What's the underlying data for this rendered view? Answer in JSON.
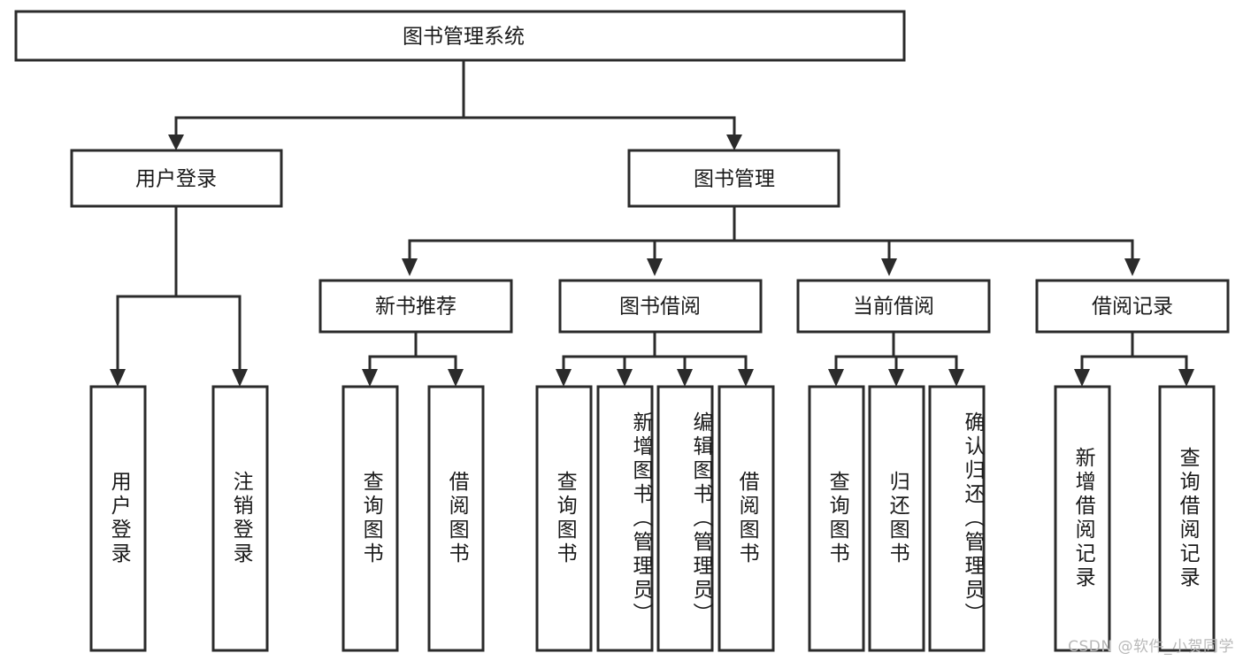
{
  "diagram": {
    "type": "tree",
    "title": "图书管理系统",
    "orientation": "top-down",
    "colors": {
      "stroke": "#2b2b2b",
      "fill": "#ffffff",
      "text": "#1a1a1a",
      "watermark": "#b9b9b9",
      "background": "#ffffff"
    },
    "root": {
      "label": "图书管理系统"
    },
    "level2": [
      {
        "label": "用户登录"
      },
      {
        "label": "图书管理"
      }
    ],
    "level3": [
      {
        "label": "新书推荐"
      },
      {
        "label": "图书借阅"
      },
      {
        "label": "当前借阅"
      },
      {
        "label": "借阅记录"
      }
    ],
    "leaves": {
      "user_login": [
        {
          "label": "用户登录"
        },
        {
          "label": "注销登录"
        }
      ],
      "new_book_recommend": [
        {
          "label": "查询图书"
        },
        {
          "label": "借阅图书"
        }
      ],
      "book_borrow": [
        {
          "label": "查询图书"
        },
        {
          "label": "新增图书（管理员）"
        },
        {
          "label": "编辑图书（管理员）"
        },
        {
          "label": "借阅图书"
        }
      ],
      "current_borrow": [
        {
          "label": "查询图书"
        },
        {
          "label": "归还图书"
        },
        {
          "label": "确认归还（管理员）"
        }
      ],
      "borrow_record": [
        {
          "label": "新增借阅记录"
        },
        {
          "label": "查询借阅记录"
        }
      ]
    }
  },
  "watermark": {
    "text": "CSDN @软件_小贺同学"
  }
}
